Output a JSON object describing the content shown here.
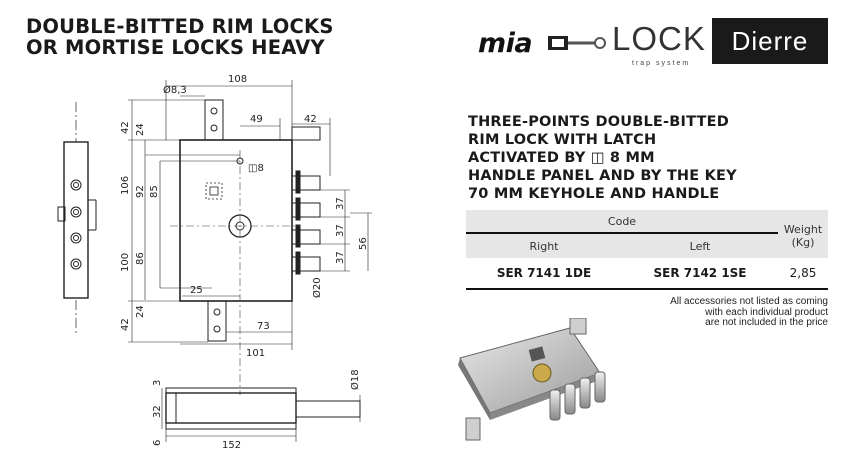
{
  "page_title": [
    "DOUBLE-BITTED RIM LOCKS",
    "OR MORTISE LOCKS HEAVY"
  ],
  "brands": {
    "mia": "mia",
    "lock": "LOCK",
    "lock_sub": "trap system",
    "dierre": "Dierre"
  },
  "product_title": [
    "THREE-POINTS DOUBLE-BITTED",
    "RIM LOCK WITH LATCH",
    "ACTIVATED BY ◫ 8 MM",
    "HANDLE PANEL AND BY THE KEY",
    "70 MM KEYHOLE AND HANDLE"
  ],
  "table": {
    "code_header": "Code",
    "right_header": "Right",
    "left_header": "Left",
    "weight_header": "Weight (Kg)",
    "rows": [
      {
        "right": "SER 7141 1DE",
        "left": "SER 7142 1SE",
        "weight": "2,85"
      }
    ]
  },
  "note": [
    "All accessories not listed as coming",
    "with each individual product",
    "are not included in the price"
  ],
  "dimensions": {
    "d108": "108",
    "d8_3": "Ø8,3",
    "d49": "49",
    "d42_top_right": "42",
    "d42_left_top": "42",
    "d24_top": "24",
    "d106": "106",
    "d92": "92",
    "d85": "85",
    "d_sq8": "◫8",
    "d37a": "37",
    "d37b": "37",
    "d37c": "37",
    "d56": "56",
    "d100": "100",
    "d86": "86",
    "d25": "25",
    "d20": "Ø20",
    "d42_left_bottom": "42",
    "d24_bottom": "24",
    "d73": "73",
    "d101": "101",
    "d3": "3",
    "d32": "32",
    "d6": "6",
    "d152": "152",
    "d18": "Ø18"
  }
}
